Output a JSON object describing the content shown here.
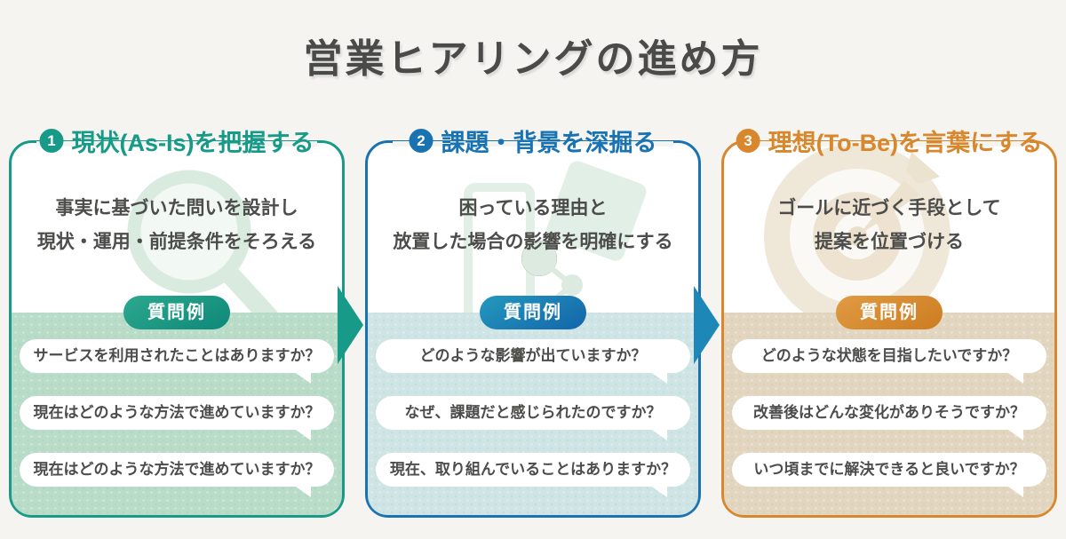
{
  "page_title": "営業ヒアリングの進め方",
  "columns": [
    {
      "number": "1",
      "title": "現状(As-Is)を把握する",
      "description": "事実に基づいた問いを設計し\n現状・運用・前提条件をそろえる",
      "badge": "質問例",
      "questions": [
        "サービスを利用されたことはありますか？",
        "現在はどのような方法で進めていますか？",
        "現在はどのような方法で進めていますか？"
      ],
      "watermark_icon": "magnifier",
      "colors": {
        "accent": "#179a88",
        "accent_dark": "#0e8171",
        "qa_bg": "#b9dcc8",
        "badge_from": "#2ca98f",
        "badge_to": "#0f8878"
      }
    },
    {
      "number": "2",
      "title": "課題・背景を深掘る",
      "description": "困っている理由と\n放置した場合の影響を明確にする",
      "badge": "質問例",
      "questions": [
        "どのような影響が出ていますか？",
        "なぜ、課題だと感じられたのですか？",
        "現在、取り組んでいることはありますか？"
      ],
      "watermark_icon": "document-puzzle",
      "colors": {
        "accent": "#1973b2",
        "accent_dark": "#115c96",
        "qa_bg": "#cfe4e4",
        "badge_from": "#2499be",
        "badge_to": "#1365a9"
      }
    },
    {
      "number": "3",
      "title": "理想(To-Be)を言葉にする",
      "description": "ゴールに近づく手段として\n提案を位置づける",
      "badge": "質問例",
      "questions": [
        "どのような状態を目指したいですか？",
        "改善後はどんな変化がありそうですか？",
        "いつ頃までに解決できると良いですか？"
      ],
      "watermark_icon": "target-dart",
      "colors": {
        "accent": "#d8872d",
        "accent_dark": "#bb6f1c",
        "qa_bg": "#e3d6c1",
        "badge_from": "#e09b43",
        "badge_to": "#cd7c20"
      }
    }
  ],
  "arrows": [
    {
      "color": "#179a88"
    },
    {
      "color": "#1d87b8"
    }
  ]
}
